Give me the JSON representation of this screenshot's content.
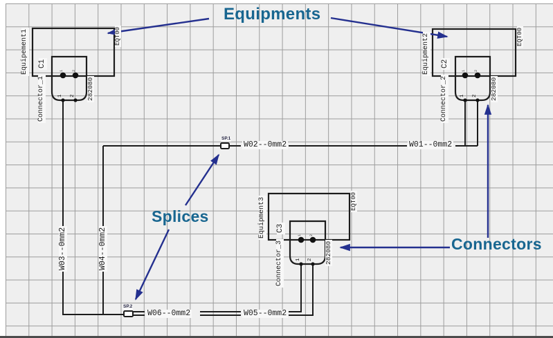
{
  "annotations": {
    "equipments_label": "Equipments",
    "splices_label": "Splices",
    "connectors_label": "Connectors"
  },
  "equipments": [
    {
      "name": "Equipement1",
      "eqt_code": "EQT00",
      "connector": {
        "name": "Connector_1",
        "code": "C1",
        "part_number": "282080",
        "pins": [
          "1",
          "2"
        ]
      }
    },
    {
      "name": "Equipment2",
      "eqt_code": "EQT00",
      "connector": {
        "name": "Connector_2",
        "code": "C2",
        "part_number": "282080",
        "pins": [
          "1",
          "2"
        ]
      }
    },
    {
      "name": "Equipment3",
      "eqt_code": "EQT00",
      "connector": {
        "name": "Connector_3",
        "code": "C3",
        "part_number": "282080",
        "pins": [
          "1",
          "2"
        ]
      }
    }
  ],
  "wires": [
    {
      "label": "W01--0mm2"
    },
    {
      "label": "W02--0mm2"
    },
    {
      "label": "W03--0mm2"
    },
    {
      "label": "W04--0mm2"
    },
    {
      "label": "W05--0mm2"
    },
    {
      "label": "W06--0mm2"
    }
  ],
  "splices": [
    {
      "label": "SP.1"
    },
    {
      "label": "SP.2"
    }
  ],
  "colors": {
    "line": "#1c1c1c",
    "annotation_text": "#186690",
    "annotation_arrow": "#24308f",
    "grid_line": "#9c9c9c",
    "grid_background": "#efefef"
  }
}
